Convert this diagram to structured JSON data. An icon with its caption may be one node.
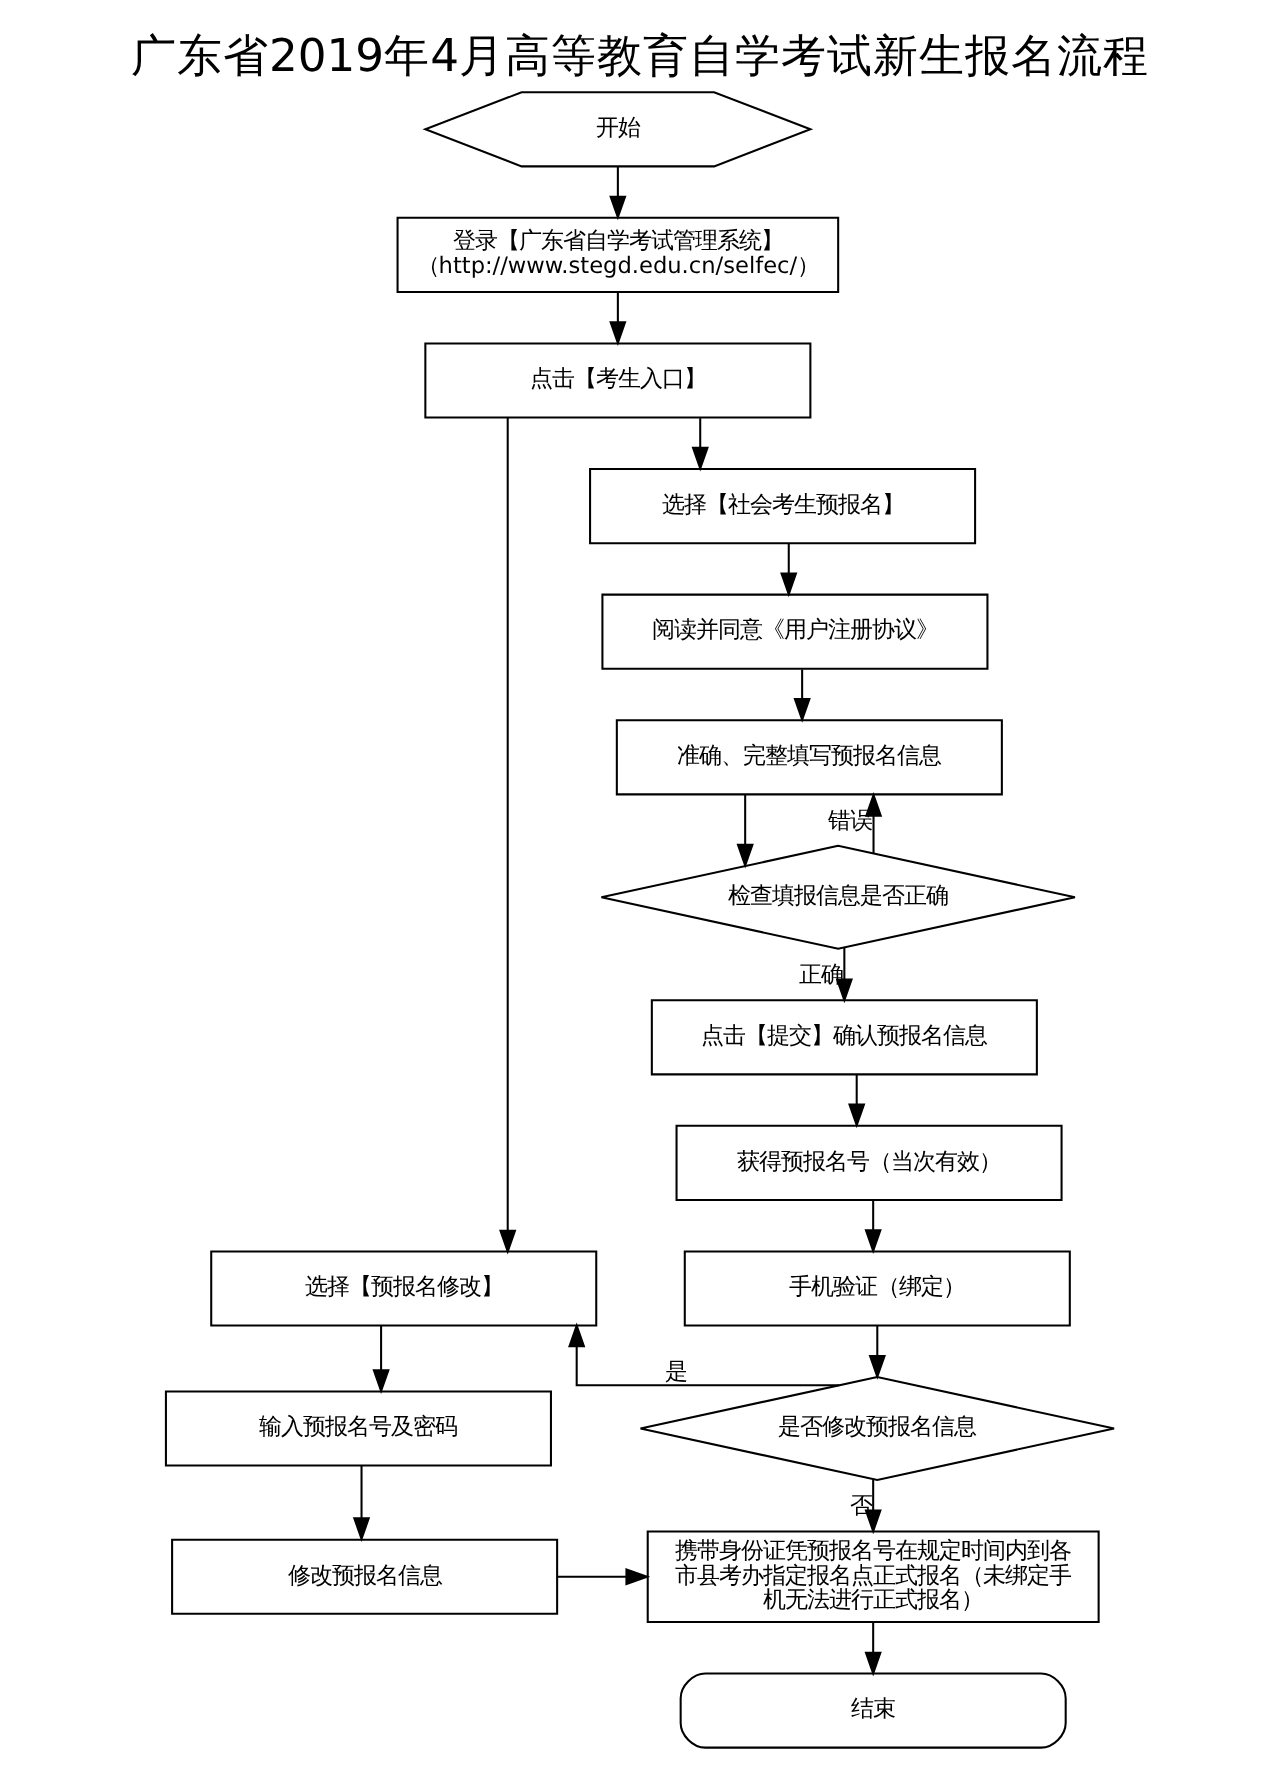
{
  "diagram": {
    "title": "广东省2019年4月高等教育自学考试新生报名流程",
    "nodes": [
      {
        "text": [
          "开始"
        ]
      },
      {
        "text": [
          "登录【广东省自学考试管理系统】",
          "（http://www.stegd.edu.cn/selfec/）"
        ]
      },
      {
        "text": [
          "点击【考生入口】"
        ]
      },
      {
        "text": [
          "选择【社会考生预报名】"
        ]
      },
      {
        "text": [
          "阅读并同意《用户注册协议》"
        ]
      },
      {
        "text": [
          "准确、完整填写预报名信息"
        ]
      },
      {
        "text": [
          "检查填报信息是否正确"
        ]
      },
      {
        "text": [
          "点击【提交】确认预报名信息"
        ]
      },
      {
        "text": [
          "获得预报名号（当次有效）"
        ]
      },
      {
        "text": [
          "手机验证（绑定）"
        ]
      },
      {
        "text": [
          "是否修改预报名信息"
        ]
      },
      {
        "text": [
          "携带身份证凭预报名号在规定时间内到各市县考办指定报名点正式报名（未绑定手机无法进行正式报名）"
        ]
      },
      {
        "text": [
          "结束"
        ]
      },
      {
        "text": [
          "选择【预报名修改】"
        ]
      },
      {
        "text": [
          "输入预报名号及密码"
        ]
      },
      {
        "text": [
          "修改预报名信息"
        ]
      }
    ],
    "edges": [
      {
        "from": 0,
        "to": 1,
        "arrow": "to"
      },
      {
        "from": 1,
        "to": 2,
        "arrow": "to"
      },
      {
        "from": 2,
        "to": 3,
        "arrow": "to"
      },
      {
        "from": 2,
        "to": 13,
        "arrow": "to"
      },
      {
        "from": 3,
        "to": 4,
        "arrow": "to"
      },
      {
        "from": 4,
        "to": 5,
        "arrow": "to"
      },
      {
        "from": 5,
        "to": 6,
        "arrow": "to"
      },
      {
        "from": 6,
        "to": 5,
        "arrow": "to",
        "label": "错误"
      },
      {
        "from": 6,
        "to": 7,
        "arrow": "to",
        "label": "正确"
      },
      {
        "from": 7,
        "to": 8,
        "arrow": "to"
      },
      {
        "from": 8,
        "to": 9,
        "arrow": "to"
      },
      {
        "from": 9,
        "to": 10,
        "arrow": "to"
      },
      {
        "from": 10,
        "to": 13,
        "arrow": "to",
        "label": "是"
      },
      {
        "from": 10,
        "to": 11,
        "arrow": "to",
        "label": "否"
      },
      {
        "from": 13,
        "to": 14,
        "arrow": "to"
      },
      {
        "from": 14,
        "to": 15,
        "arrow": "to"
      },
      {
        "from": 15,
        "to": 11,
        "arrow": "to"
      },
      {
        "from": 11,
        "to": 12,
        "arrow": "to"
      }
    ]
  }
}
